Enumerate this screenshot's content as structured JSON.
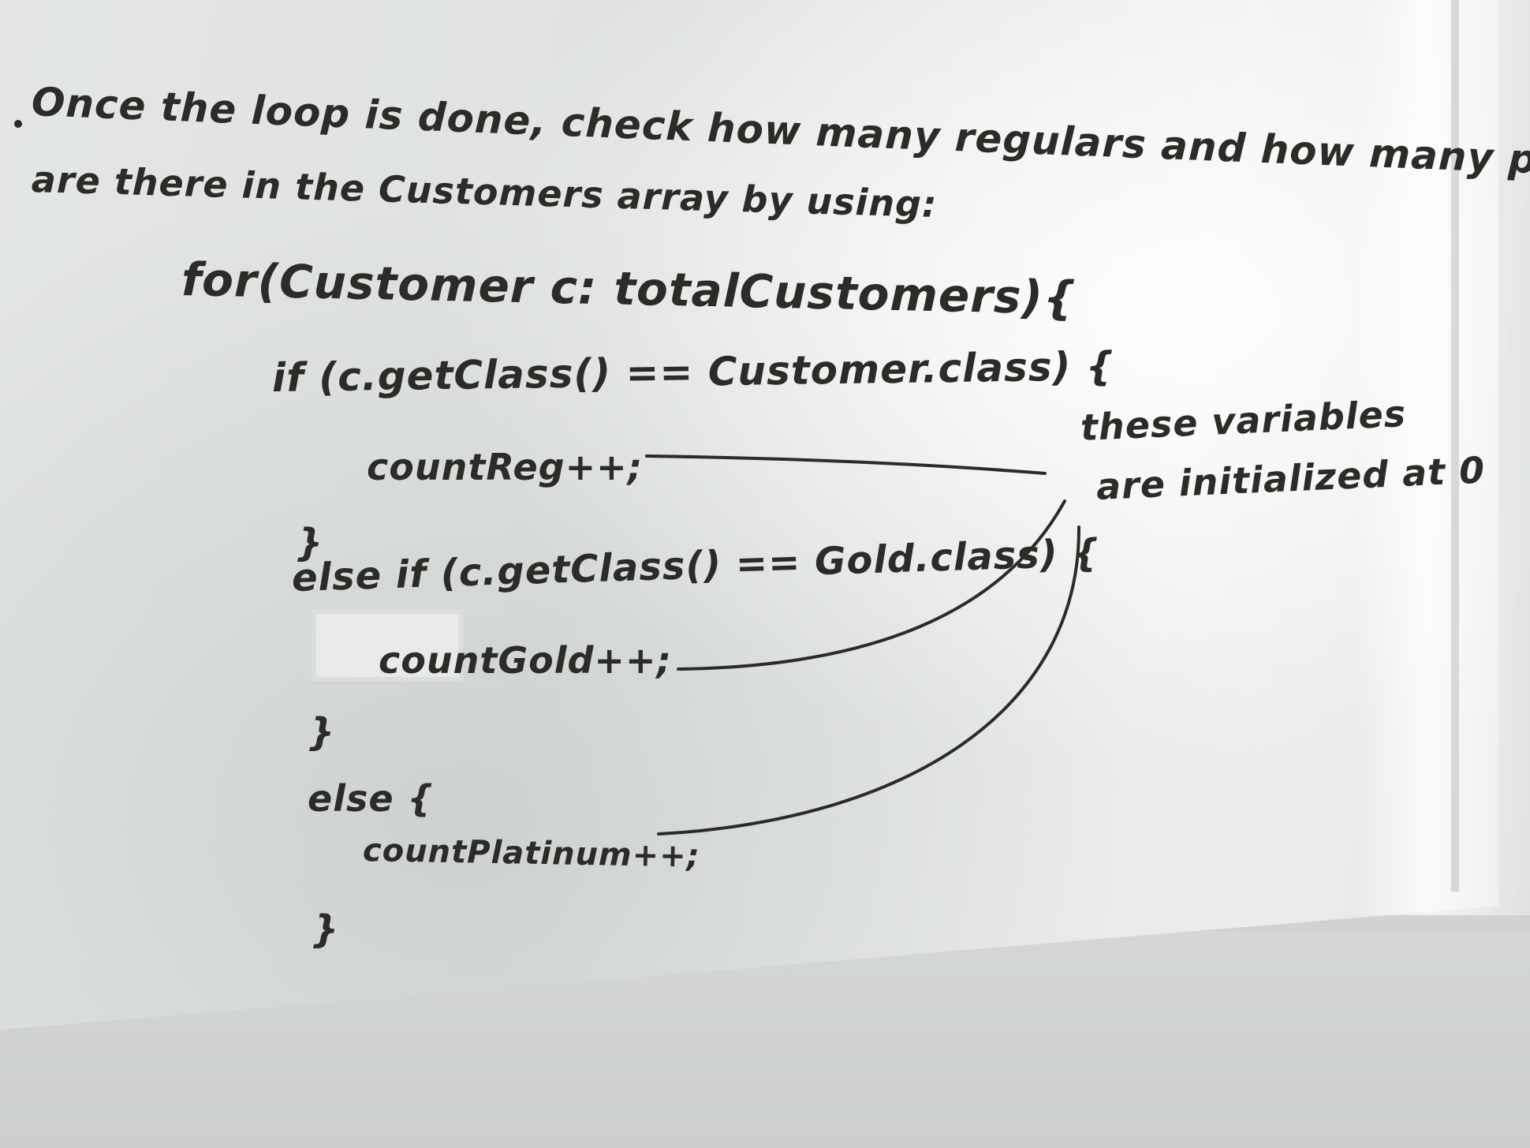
{
  "board": {
    "instruction_line1": "Once the loop is done, check how many regulars and how many preferred customers",
    "instruction_line2": "are there in the Customers array by using:",
    "code": {
      "for_line": "for(Customer c: totalCustomers){",
      "if_line": "if (c.getClass() == Customer.class) {",
      "count_reg": "countReg++;",
      "close_brace_1": "}",
      "else_if_line": "else if (c.getClass() == Gold.class) {",
      "count_gold": "countGold++;",
      "close_brace_2": "}",
      "else_line": "else {",
      "count_platinum": "countPlatinum++;",
      "close_brace_3": "}"
    },
    "note_line1": "these variables",
    "note_line2": "are initialized at 0"
  },
  "colors": {
    "ink": "#2c2b27",
    "board": "#e3e6e5"
  }
}
